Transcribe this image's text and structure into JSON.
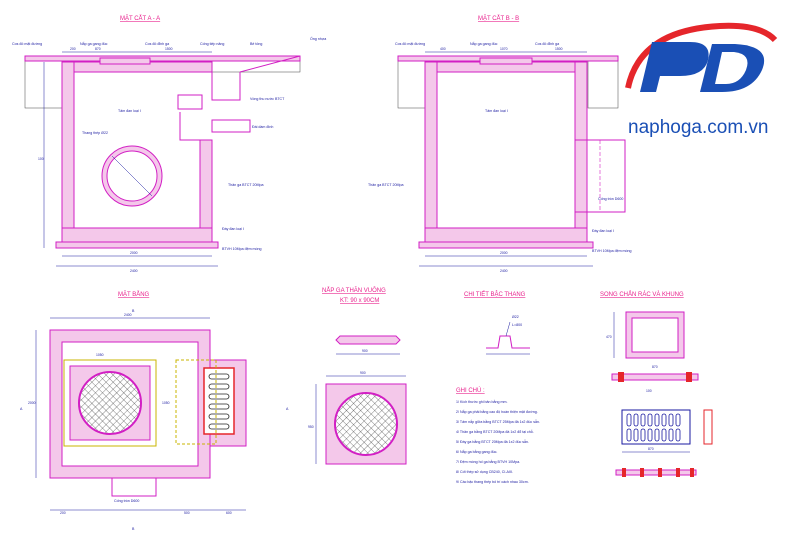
{
  "logo": {
    "website": "naphoga.com.vn",
    "colors": {
      "blue": "#1a4fb5",
      "red": "#e5262b"
    }
  },
  "section_aa": {
    "title": "MẶT CẮT A - A",
    "labels": [
      "Cos đô mặt đường",
      "Nắp ga gang đúc",
      "Cos đô đỉnh ga",
      "Cống tiếp năng",
      "Bê tông",
      "Ống nhựa",
      "Vòng thu nước BTCT",
      "Tấm đan loại I",
      "Đài dầm đình",
      "Thang thép Ø22",
      "Thân ga BTCT 20Mpa",
      "Đáy đan loại I",
      "BTVH 10Mpa đệm móng"
    ],
    "dims": [
      "200",
      "870",
      "1500",
      "2000",
      "2400",
      "100",
      "120"
    ]
  },
  "section_bb": {
    "title": "MẶT CẮT B - B",
    "labels": [
      "Cos đô mặt đường",
      "Nắp ga gang đúc",
      "Cos đô đỉnh ga",
      "Tấm đan loại I",
      "Thân ga BTCT 20Mpa",
      "Cống tròn D600",
      "Đáy đan loại I",
      "BTVH 10Mpa đệm móng"
    ],
    "dims": [
      "400",
      "1070",
      "1500",
      "2000",
      "2400"
    ]
  },
  "plan": {
    "title": "MẶT BẰNG",
    "labels": [
      "A",
      "A",
      "B",
      "B",
      "Cống tròn D600"
    ],
    "dims": [
      "2400",
      "2000",
      "1050",
      "1050",
      "200",
      "500",
      "600"
    ]
  },
  "cover": {
    "title": "NẮP GA THĂN VUÔNG",
    "subtitle": "KT: 90 x 90CM",
    "dims": [
      "900",
      "900",
      "950"
    ]
  },
  "ladder": {
    "title": "CHI TIẾT BẬC THANG",
    "labels": [
      "Ø22",
      "L=800"
    ]
  },
  "grate": {
    "title": "SONG CHẮN RÁC VÀ KHUNG",
    "dims": [
      "470",
      "870",
      "100",
      "870"
    ]
  },
  "notes": {
    "title": "GHI CHÚ :",
    "items": [
      "1/ Kích thước ghi bản bằng mm.",
      "2/ Nắp ga phải bằng cao độ hoàn thiện mặt đường.",
      "3/ Tấm nắp giữa bằng BTCT 25Mpa đá 1x2 đúc sẵn.",
      "4/ Thân ga bằng BTCT 20Mpa đá 1x2 đổ tại chỗ.",
      "5/ Đáy ga bằng BTCT 20Mpa đá 1x2 đúc sẵn.",
      "6/ Nắp ga bằng gang đúc.",
      "7/ Đệm móng hố ga bằng BTVH 10Mpa.",
      "8/ Cốt thép sử dụng CB240, CI-AIII.",
      "9/ Các bậc thang thép bố trí cách nhau 30cm."
    ]
  }
}
